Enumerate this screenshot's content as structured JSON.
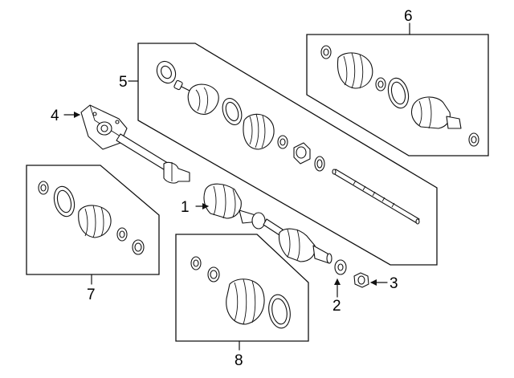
{
  "callouts": [
    "1",
    "2",
    "3",
    "4",
    "5",
    "6",
    "7",
    "8"
  ],
  "colors": {
    "line": "#111111",
    "background": "#ffffff"
  }
}
